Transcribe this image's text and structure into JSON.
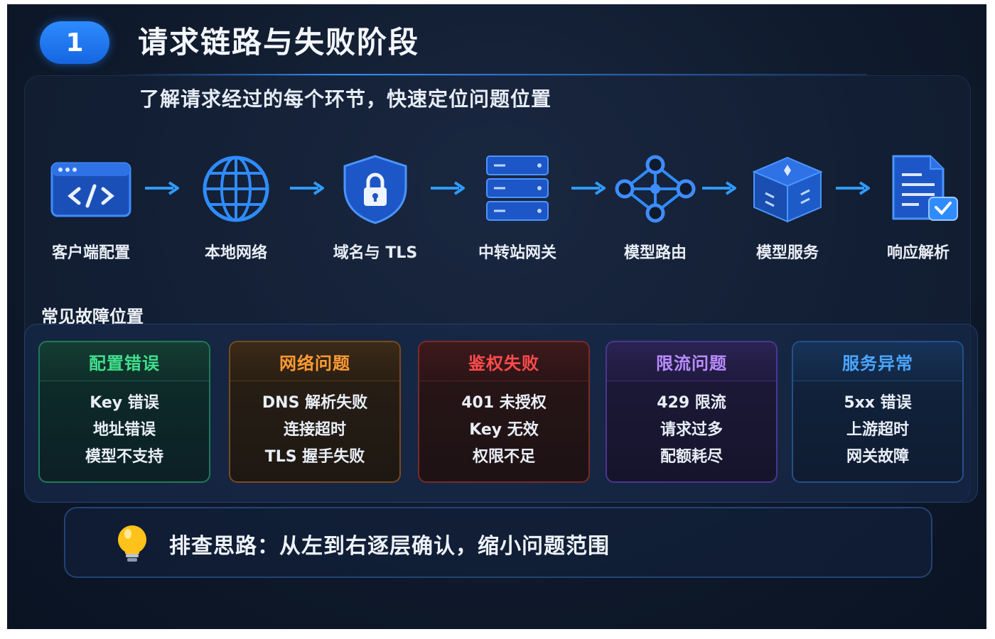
{
  "header": {
    "step_number": "1",
    "title": "请求链路与失败阶段",
    "subtitle": "了解请求经过的每个环节，快速定位问题位置"
  },
  "flow": {
    "stages": [
      {
        "label": "客户端配置",
        "icon": "code-window-icon"
      },
      {
        "label": "本地网络",
        "icon": "globe-icon"
      },
      {
        "label": "域名与 TLS",
        "icon": "shield-lock-icon"
      },
      {
        "label": "中转站网关",
        "icon": "server-stack-icon"
      },
      {
        "label": "模型路由",
        "icon": "routing-nodes-icon"
      },
      {
        "label": "模型服务",
        "icon": "cube-icon"
      },
      {
        "label": "响应解析",
        "icon": "document-check-icon"
      }
    ]
  },
  "faults": {
    "section_title": "常见故障位置",
    "cards": [
      {
        "title": "配置错误",
        "color": "#3fe08c",
        "items": [
          "Key 错误",
          "地址错误",
          "模型不支持"
        ]
      },
      {
        "title": "网络问题",
        "color": "#ff9a33",
        "items": [
          "DNS 解析失败",
          "连接超时",
          "TLS 握手失败"
        ]
      },
      {
        "title": "鉴权失败",
        "color": "#ff4b4b",
        "items": [
          "401 未授权",
          "Key 无效",
          "权限不足"
        ]
      },
      {
        "title": "限流问题",
        "color": "#b98cff",
        "items": [
          "429 限流",
          "请求过多",
          "配额耗尽"
        ]
      },
      {
        "title": "服务异常",
        "color": "#4aa6ff",
        "items": [
          "5xx 错误",
          "上游超时",
          "网关故障"
        ]
      }
    ]
  },
  "tip": {
    "icon": "lightbulb-icon",
    "text": "排查思路：从左到右逐层确认，缩小问题范围"
  }
}
